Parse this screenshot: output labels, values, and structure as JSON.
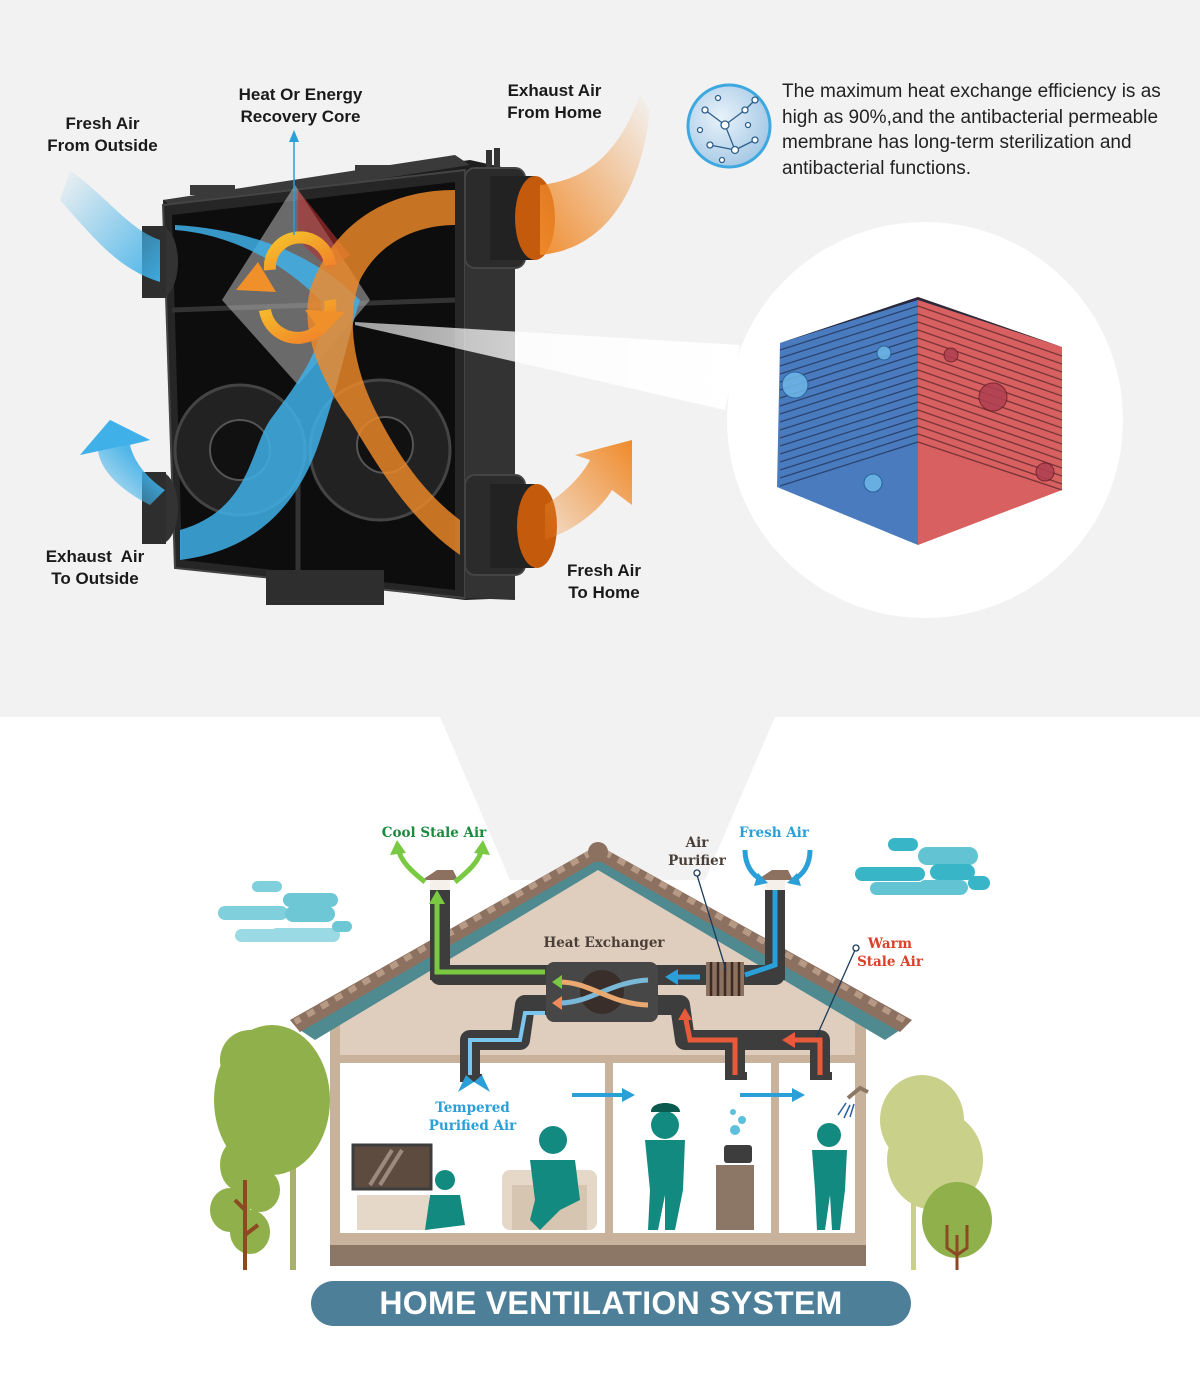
{
  "erv_diagram": {
    "labels": {
      "fresh_air_from_outside": [
        "Fresh Air",
        "From Outside"
      ],
      "heat_recovery_core": [
        "Heat Or Energy",
        "Recovery Core"
      ],
      "exhaust_air_from_home": [
        "Exhaust Air",
        "From Home"
      ],
      "exhaust_air_to_outside": [
        "Exhaust  Air",
        "To Outside"
      ],
      "fresh_air_to_home": [
        "Fresh Air",
        "To Home"
      ]
    },
    "description": "The maximum heat exchange efficiency is as high as 90%,and the antibacterial permeable membrane has long-term sterilization and antibacterial functions.",
    "efficiency_percent": "90%",
    "icons": [
      "molecule-icon",
      "heat-exchange-core-image",
      "cycle-arrows-icon"
    ],
    "colors": {
      "cool_air": "#3fb0e8",
      "warm_air": "#f08a2a",
      "unit_body": "#2b2b2b",
      "background": "#f2f2f2"
    }
  },
  "house_diagram": {
    "labels": {
      "cool_stale_air": "Cool Stale Air",
      "fresh_air": "Fresh Air",
      "air_purifier": [
        "Air",
        "Purifier"
      ],
      "heat_exchanger": "Heat Exchanger",
      "warm_stale_air": [
        "Warm",
        "Stale Air"
      ],
      "tempered_purified_air": [
        "Tempered",
        "Purified Air"
      ]
    },
    "colors": {
      "cool_stale_air": "#1a8a3e",
      "fresh_air": "#2a9fd8",
      "warm_stale_air": "#d9412a",
      "tempered_air": "#2a9fd8",
      "label_dark": "#4a3f38",
      "roof": "#4f8a91",
      "wall": "#c9b29c",
      "people": "#138a80",
      "tree": "#8fb04b"
    },
    "banner": "HOME VENTILATION SYSTEM",
    "banner_color": "#4e7f99"
  }
}
